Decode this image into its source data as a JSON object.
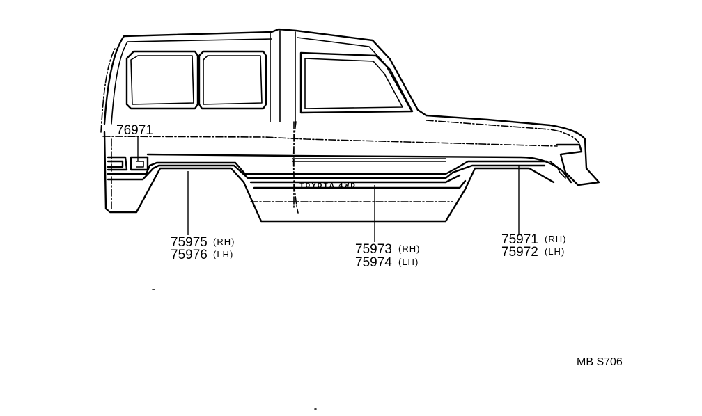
{
  "diagram": {
    "body_decal": {
      "brand": "TOYOTA",
      "model": "4WD"
    },
    "callouts": {
      "rear_stripe": {
        "part": "76971"
      },
      "rear_fender_stripe": {
        "rh": {
          "part": "75975",
          "side": "(RH)"
        },
        "lh": {
          "part": "75976",
          "side": "(LH)"
        }
      },
      "door_stripe": {
        "rh": {
          "part": "75973",
          "side": "(RH)"
        },
        "lh": {
          "part": "75974",
          "side": "(LH)"
        }
      },
      "front_fender_stripe": {
        "rh": {
          "part": "75971",
          "side": "(RH)"
        },
        "lh": {
          "part": "75972",
          "side": "(LH)"
        }
      }
    },
    "figure_code": "MB S706"
  }
}
